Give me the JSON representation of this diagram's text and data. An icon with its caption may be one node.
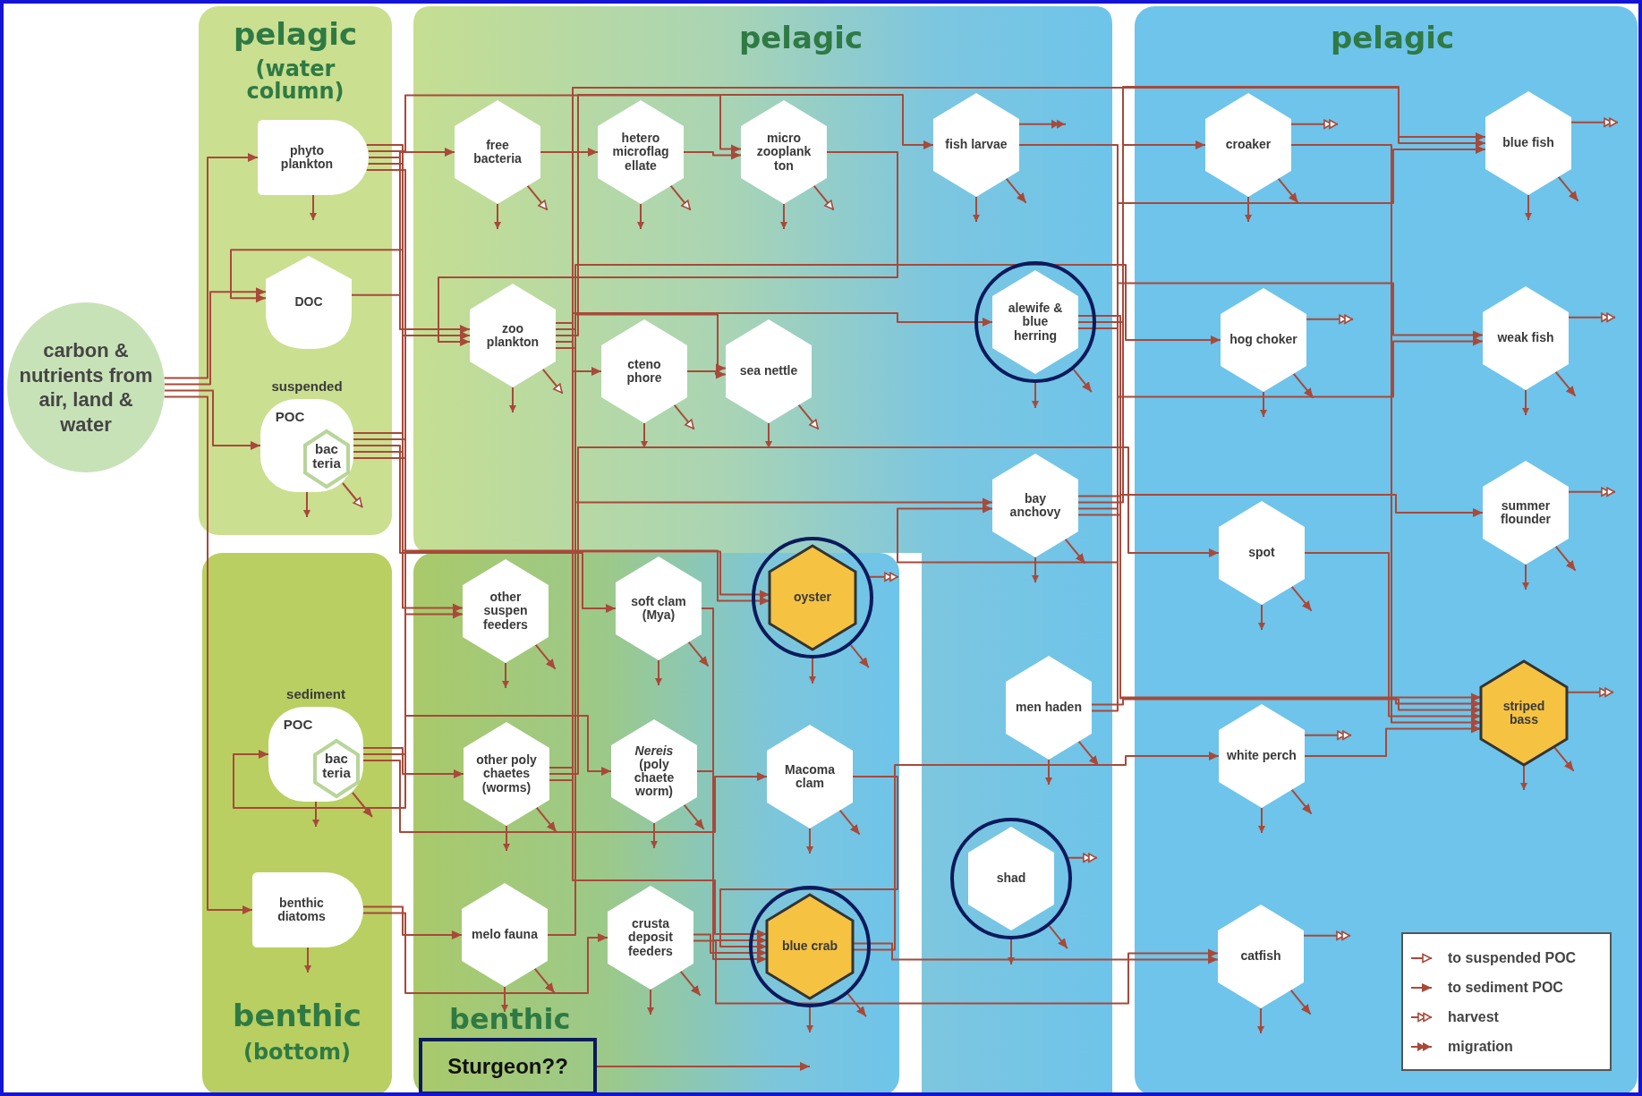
{
  "diagram": {
    "nodes": [
      {
        "text": [
          "pelagic",
          "(water column)"
        ]
      },
      {
        "text": [
          "phyto plankton"
        ],
        "in": 0
      },
      {
        "text": [
          "DOC"
        ],
        "in": 0
      },
      {
        "text": [
          "suspended",
          "POC",
          "bac teria"
        ],
        "in": 0
      },
      {
        "text": [
          "carbon & nutrients from air, land & water"
        ]
      },
      {
        "text": [
          "pelagic"
        ]
      },
      {
        "text": [
          "free bacteria"
        ],
        "in": 5
      },
      {
        "text": [
          "hetero microflag ellate"
        ],
        "in": 5
      },
      {
        "text": [
          "micro zooplank ton"
        ],
        "in": 5
      },
      {
        "text": [
          "fish larvae"
        ],
        "in": 5
      },
      {
        "text": [
          "zoo plankton"
        ],
        "in": 5
      },
      {
        "text": [
          "cteno phore"
        ],
        "in": 5
      },
      {
        "text": [
          "sea nettle"
        ],
        "in": 5
      },
      {
        "text": [
          "alewife & blue herring"
        ],
        "in": 5
      },
      {
        "text": [
          "bay anchovy"
        ],
        "in": 5
      },
      {
        "text": [
          "pelagic"
        ]
      },
      {
        "text": [
          "croaker"
        ],
        "in": 15
      },
      {
        "text": [
          "blue fish"
        ],
        "in": 15
      },
      {
        "text": [
          "hog choker"
        ],
        "in": 15
      },
      {
        "text": [
          "weak fish"
        ],
        "in": 15
      },
      {
        "text": [
          "spot"
        ],
        "in": 15
      },
      {
        "text": [
          "summer flounder"
        ],
        "in": 15
      },
      {
        "text": [
          "benthic",
          "(bottom)"
        ]
      },
      {
        "text": [
          "sediment",
          "POC",
          "bac teria"
        ],
        "in": 22
      },
      {
        "text": [
          "benthic diatoms"
        ],
        "in": 22
      },
      {
        "text": [
          "benthic"
        ]
      },
      {
        "text": [
          "other suspen feeders"
        ],
        "in": 25
      },
      {
        "text": [
          "soft clam (Mya)"
        ],
        "in": 25
      },
      {
        "text": [
          "oyster"
        ],
        "in": 25
      },
      {
        "text": [
          "other poly chaetes (worms)"
        ],
        "in": 25
      },
      {
        "text": [
          "*Nereis* (poly chaete worm)"
        ],
        "in": 25
      },
      {
        "text": [
          "Macoma clam"
        ],
        "in": 25
      },
      {
        "text": [
          "melo fauna"
        ],
        "in": 25
      },
      {
        "text": [
          "crusta deposit feeders"
        ],
        "in": 25
      },
      {
        "text": [
          "blue crab"
        ],
        "in": 25
      },
      {
        "text": [
          "men haden"
        ],
        "in": 5
      },
      {
        "text": [
          "shad"
        ],
        "in": 5
      },
      {
        "text": [
          "white perch"
        ],
        "in": 15
      },
      {
        "text": [
          "striped bass"
        ],
        "in": 15
      },
      {
        "text": [
          "catfish"
        ],
        "in": 15
      },
      {
        "text": [
          "Sturgeon??"
        ],
        "in": 25
      }
    ],
    "edges": [
      {
        "from": 4,
        "to": 1,
        "arrow": "to"
      },
      {
        "from": 4,
        "to": 2,
        "arrow": "to"
      },
      {
        "from": 4,
        "to": 3,
        "arrow": "to"
      },
      {
        "from": 4,
        "to": 24,
        "arrow": "to"
      },
      {
        "from": 1,
        "to": 2,
        "arrow": "to"
      },
      {
        "from": 1,
        "to": 8,
        "arrow": "to"
      },
      {
        "from": 1,
        "to": 10,
        "arrow": "to"
      },
      {
        "from": 1,
        "to": 26,
        "arrow": "to"
      },
      {
        "from": 1,
        "to": 28,
        "arrow": "to"
      },
      {
        "from": 2,
        "to": 6,
        "arrow": "to"
      },
      {
        "from": 3,
        "to": 10,
        "arrow": "to"
      },
      {
        "from": 3,
        "to": 26,
        "arrow": "to"
      },
      {
        "from": 3,
        "to": 27,
        "arrow": "to"
      },
      {
        "from": 3,
        "to": 28,
        "arrow": "to"
      },
      {
        "from": 3,
        "to": 23,
        "arrow": "to"
      },
      {
        "from": 6,
        "to": 7,
        "arrow": "to"
      },
      {
        "from": 7,
        "to": 8,
        "arrow": "to"
      },
      {
        "from": 8,
        "to": 10,
        "arrow": "to"
      },
      {
        "from": 10,
        "to": 11,
        "arrow": "to"
      },
      {
        "from": 10,
        "to": 12,
        "arrow": "to"
      },
      {
        "from": 10,
        "to": 9,
        "arrow": "to"
      },
      {
        "from": 10,
        "to": 13,
        "arrow": "to"
      },
      {
        "from": 10,
        "to": 14,
        "arrow": "to"
      },
      {
        "from": 11,
        "to": 12,
        "arrow": "to"
      },
      {
        "from": 9,
        "to": 14,
        "arrow": "to"
      },
      {
        "from": 13,
        "to": 38,
        "arrow": "to"
      },
      {
        "from": 13,
        "to": 17,
        "arrow": "to"
      },
      {
        "from": 13,
        "to": 19,
        "arrow": "to"
      },
      {
        "from": 14,
        "to": 38,
        "arrow": "to"
      },
      {
        "from": 14,
        "to": 17,
        "arrow": "to"
      },
      {
        "from": 14,
        "to": 19,
        "arrow": "to"
      },
      {
        "from": 14,
        "to": 21,
        "arrow": "to"
      },
      {
        "from": 35,
        "to": 38,
        "arrow": "to"
      },
      {
        "from": 35,
        "to": 17,
        "arrow": "to"
      },
      {
        "from": 20,
        "to": 38,
        "arrow": "to"
      },
      {
        "from": 16,
        "to": 38,
        "arrow": "to"
      },
      {
        "from": 37,
        "to": 38,
        "arrow": "to"
      },
      {
        "from": 23,
        "to": 29,
        "arrow": "to"
      },
      {
        "from": 23,
        "to": 30,
        "arrow": "to"
      },
      {
        "from": 23,
        "to": 31,
        "arrow": "to"
      },
      {
        "from": 24,
        "to": 32,
        "arrow": "to"
      },
      {
        "from": 24,
        "to": 33,
        "arrow": "to"
      },
      {
        "from": 29,
        "to": 34,
        "arrow": "to"
      },
      {
        "from": 30,
        "to": 34,
        "arrow": "to"
      },
      {
        "from": 31,
        "to": 34,
        "arrow": "to"
      },
      {
        "from": 33,
        "to": 34,
        "arrow": "to"
      },
      {
        "from": 27,
        "to": 34,
        "arrow": "to"
      },
      {
        "from": 29,
        "to": 20,
        "arrow": "to"
      },
      {
        "from": 29,
        "to": 16,
        "arrow": "to"
      },
      {
        "from": 32,
        "to": 18,
        "arrow": "to"
      },
      {
        "from": 33,
        "to": 39,
        "arrow": "to"
      },
      {
        "from": 34,
        "to": 39,
        "arrow": "to"
      },
      {
        "from": 34,
        "to": 37,
        "arrow": "to"
      },
      {
        "from": 1,
        "to": null,
        "arrow": "to"
      },
      {
        "from": 3,
        "to": null,
        "arrow": "to"
      },
      {
        "from": 3,
        "to": null,
        "arrow": "to"
      },
      {
        "from": 6,
        "to": null,
        "arrow": "to"
      },
      {
        "from": 6,
        "to": null,
        "arrow": "to"
      },
      {
        "from": 7,
        "to": null,
        "arrow": "to"
      },
      {
        "from": 7,
        "to": null,
        "arrow": "to"
      },
      {
        "from": 8,
        "to": null,
        "arrow": "to"
      },
      {
        "from": 8,
        "to": null,
        "arrow": "to"
      },
      {
        "from": 9,
        "to": null,
        "arrow": "to"
      },
      {
        "from": 9,
        "to": null,
        "arrow": "to"
      },
      {
        "from": 9,
        "to": null,
        "arrow": "to"
      },
      {
        "from": 10,
        "to": null,
        "arrow": "to"
      },
      {
        "from": 10,
        "to": null,
        "arrow": "to"
      },
      {
        "from": 11,
        "to": null,
        "arrow": "to"
      },
      {
        "from": 11,
        "to": null,
        "arrow": "to"
      },
      {
        "from": 12,
        "to": null,
        "arrow": "to"
      },
      {
        "from": 12,
        "to": null,
        "arrow": "to"
      },
      {
        "from": 13,
        "to": null,
        "arrow": "to"
      },
      {
        "from": 13,
        "to": null,
        "arrow": "to"
      },
      {
        "from": 14,
        "to": null,
        "arrow": "to"
      },
      {
        "from": 14,
        "to": null,
        "arrow": "to"
      },
      {
        "from": 16,
        "to": null,
        "arrow": "to"
      },
      {
        "from": 16,
        "to": null,
        "arrow": "to"
      },
      {
        "from": 16,
        "to": null,
        "arrow": "to"
      },
      {
        "from": 17,
        "to": null,
        "arrow": "to"
      },
      {
        "from": 17,
        "to": null,
        "arrow": "to"
      },
      {
        "from": 17,
        "to": null,
        "arrow": "to"
      },
      {
        "from": 18,
        "to": null,
        "arrow": "to"
      },
      {
        "from": 18,
        "to": null,
        "arrow": "to"
      },
      {
        "from": 18,
        "to": null,
        "arrow": "to"
      },
      {
        "from": 19,
        "to": null,
        "arrow": "to"
      },
      {
        "from": 19,
        "to": null,
        "arrow": "to"
      },
      {
        "from": 19,
        "to": null,
        "arrow": "to"
      },
      {
        "from": 20,
        "to": null,
        "arrow": "to"
      },
      {
        "from": 20,
        "to": null,
        "arrow": "to"
      },
      {
        "from": 21,
        "to": null,
        "arrow": "to"
      },
      {
        "from": 21,
        "to": null,
        "arrow": "to"
      },
      {
        "from": 21,
        "to": null,
        "arrow": "to"
      },
      {
        "from": 23,
        "to": null,
        "arrow": "to"
      },
      {
        "from": 23,
        "to": null,
        "arrow": "to"
      },
      {
        "from": 24,
        "to": null,
        "arrow": "to"
      },
      {
        "from": 26,
        "to": null,
        "arrow": "to"
      },
      {
        "from": 26,
        "to": null,
        "arrow": "to"
      },
      {
        "from": 27,
        "to": null,
        "arrow": "to"
      },
      {
        "from": 27,
        "to": null,
        "arrow": "to"
      },
      {
        "from": 28,
        "to": null,
        "arrow": "to"
      },
      {
        "from": 28,
        "to": null,
        "arrow": "to"
      },
      {
        "from": 28,
        "to": null,
        "arrow": "to"
      },
      {
        "from": 29,
        "to": null,
        "arrow": "to"
      },
      {
        "from": 29,
        "to": null,
        "arrow": "to"
      },
      {
        "from": 30,
        "to": null,
        "arrow": "to"
      },
      {
        "from": 30,
        "to": null,
        "arrow": "to"
      },
      {
        "from": 31,
        "to": null,
        "arrow": "to"
      },
      {
        "from": 31,
        "to": null,
        "arrow": "to"
      },
      {
        "from": 32,
        "to": null,
        "arrow": "to"
      },
      {
        "from": 32,
        "to": null,
        "arrow": "to"
      },
      {
        "from": 33,
        "to": null,
        "arrow": "to"
      },
      {
        "from": 33,
        "to": null,
        "arrow": "to"
      },
      {
        "from": 34,
        "to": null,
        "arrow": "to"
      },
      {
        "from": 34,
        "to": null,
        "arrow": "to"
      },
      {
        "from": 35,
        "to": null,
        "arrow": "to"
      },
      {
        "from": 35,
        "to": null,
        "arrow": "to"
      },
      {
        "from": 36,
        "to": null,
        "arrow": "to"
      },
      {
        "from": 36,
        "to": null,
        "arrow": "to"
      },
      {
        "from": 36,
        "to": null,
        "arrow": "to"
      },
      {
        "from": 37,
        "to": null,
        "arrow": "to"
      },
      {
        "from": 37,
        "to": null,
        "arrow": "to"
      },
      {
        "from": 37,
        "to": null,
        "arrow": "to"
      },
      {
        "from": 38,
        "to": null,
        "arrow": "to"
      },
      {
        "from": 38,
        "to": null,
        "arrow": "to"
      },
      {
        "from": 38,
        "to": null,
        "arrow": "to"
      },
      {
        "from": 39,
        "to": null,
        "arrow": "to"
      },
      {
        "from": 39,
        "to": null,
        "arrow": "to"
      },
      {
        "from": 39,
        "to": null,
        "arrow": "to"
      },
      {
        "from": 40,
        "to": null,
        "arrow": "to"
      }
    ],
    "legend": [
      {
        "text": "to suspended POC"
      },
      {
        "text": "to sediment POC"
      },
      {
        "text": "harvest"
      },
      {
        "text": "migration"
      }
    ]
  }
}
